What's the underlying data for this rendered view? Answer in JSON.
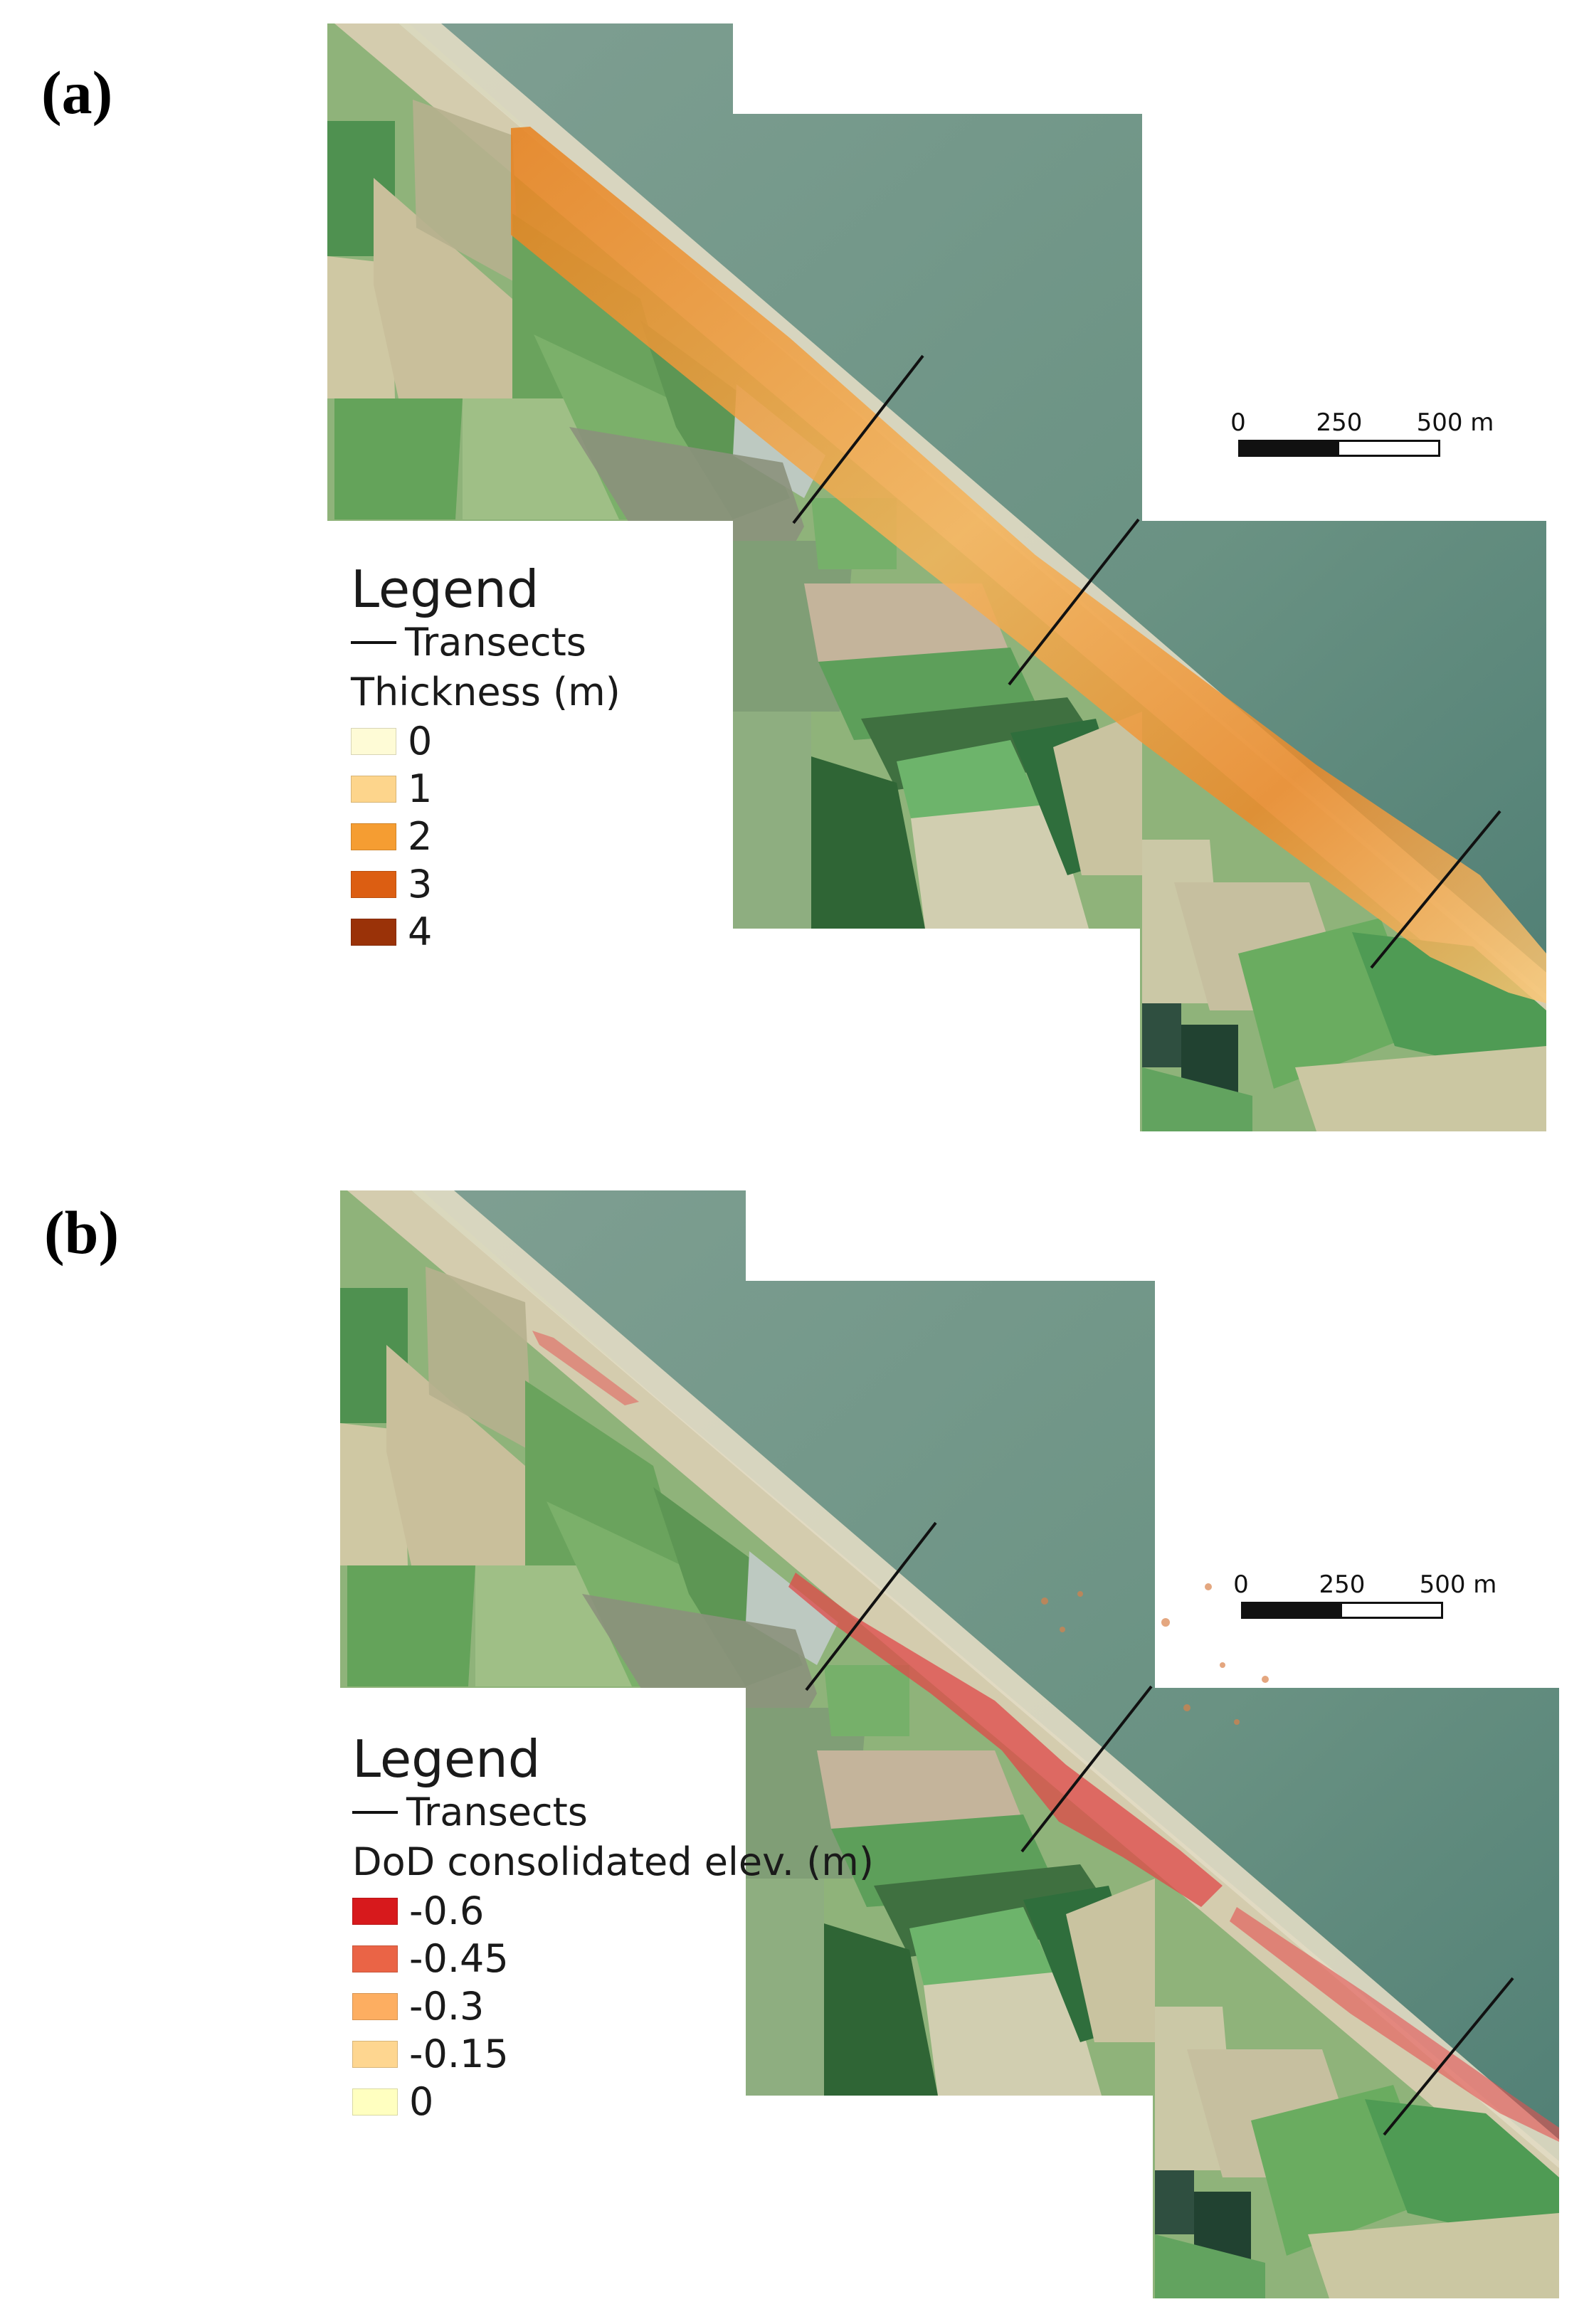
{
  "panels": [
    {
      "label": "(a)",
      "legend": {
        "title": "Legend",
        "line_label": "Transects",
        "scale_title": "Thickness (m)",
        "items": [
          {
            "label": "0",
            "color": "#fefbd6"
          },
          {
            "label": "1",
            "color": "#fdd58c"
          },
          {
            "label": "2",
            "color": "#f59d32"
          },
          {
            "label": "3",
            "color": "#dc5e12"
          },
          {
            "label": "4",
            "color": "#9a3208"
          }
        ]
      },
      "scalebar": {
        "ticks": [
          "0",
          "250",
          "500 m"
        ]
      },
      "overlay_color": "#f08a24"
    },
    {
      "label": "(b)",
      "legend": {
        "title": "Legend",
        "line_label": "Transects",
        "scale_title": "DoD consolidated elev. (m)",
        "items": [
          {
            "label": "-0.6",
            "color": "#d7191c"
          },
          {
            "label": "-0.45",
            "color": "#ea6446"
          },
          {
            "label": "-0.3",
            "color": "#fdae61"
          },
          {
            "label": "-0.15",
            "color": "#fed690"
          },
          {
            "label": "0",
            "color": "#ffffc0"
          }
        ]
      },
      "scalebar": {
        "ticks": [
          "0",
          "250",
          "500 m"
        ]
      },
      "overlay_color": "#e4504a"
    }
  ],
  "colors": {
    "sea": "#6e9485",
    "beach": "#cfc7a8",
    "field_green": "#5c9a52",
    "field_pale": "#cfcaa6",
    "field_dark": "#3e6e3a",
    "village": "#8a8f7c"
  }
}
